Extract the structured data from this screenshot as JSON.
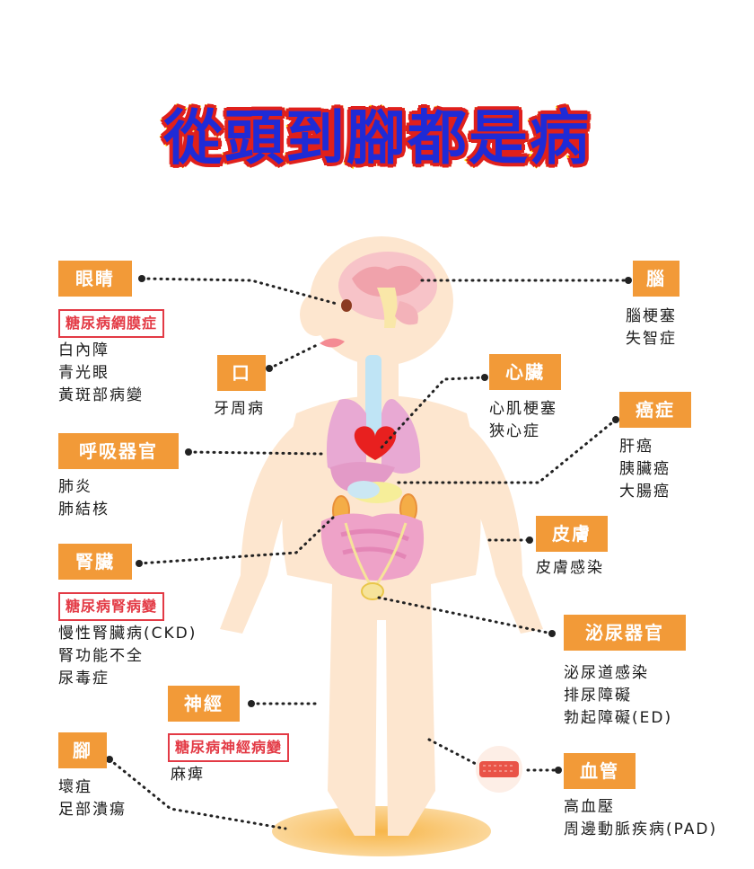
{
  "title": "從頭到腳都是病",
  "labels": {
    "eyes": {
      "tag": "眼睛",
      "highlight": "糖尿病網膜症",
      "items": [
        "白內障",
        "青光眼",
        "黃斑部病變"
      ]
    },
    "mouth": {
      "tag": "口",
      "items": [
        "牙周病"
      ]
    },
    "respiratory": {
      "tag": "呼吸器官",
      "items": [
        "肺炎",
        "肺結核"
      ]
    },
    "kidney": {
      "tag": "腎臟",
      "highlight": "糖尿病腎病變",
      "items": [
        "慢性腎臟病(CKD)",
        "腎功能不全",
        "尿毒症"
      ]
    },
    "nerve": {
      "tag": "神經",
      "highlight": "糖尿病神經病變",
      "items": [
        "麻痺"
      ]
    },
    "foot": {
      "tag": "腳",
      "items": [
        "壞疽",
        "足部潰瘍"
      ]
    },
    "brain": {
      "tag": "腦",
      "items": [
        "腦梗塞",
        "失智症"
      ]
    },
    "heart": {
      "tag": "心臟",
      "items": [
        "心肌梗塞",
        "狹心症"
      ]
    },
    "cancer": {
      "tag": "癌症",
      "items": [
        "肝癌",
        "胰臟癌",
        "大腸癌"
      ]
    },
    "skin": {
      "tag": "皮膚",
      "items": [
        "皮膚感染"
      ]
    },
    "urinary": {
      "tag": "泌尿器官",
      "items": [
        "泌尿道感染",
        "排尿障礙",
        "勃起障礙(ED)"
      ]
    },
    "vessel": {
      "tag": "血管",
      "items": [
        "高血壓",
        "周邊動脈疾病(PAD)"
      ]
    }
  },
  "colors": {
    "tag_bg": "#f29a38",
    "highlight_border": "#e33a45",
    "title_fill": "#1f2bd6",
    "title_outline": "#ffe600",
    "body_skin": "#fde6cf"
  }
}
